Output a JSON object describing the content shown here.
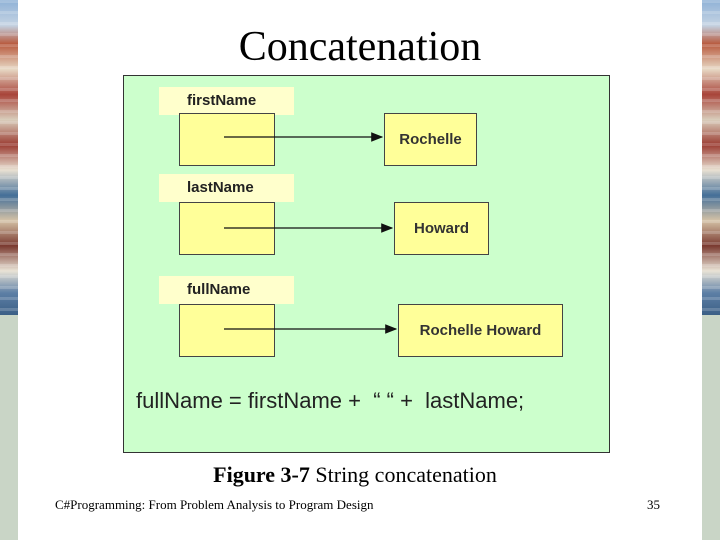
{
  "slide": {
    "title": "Concatenation",
    "caption_bold": "Figure 3-7",
    "caption_text": " String concatenation",
    "footer": "C#Programming: From Problem Analysis to Program Design",
    "page_number": "35"
  },
  "diagram": {
    "variables": [
      {
        "name": "firstName",
        "value": "Rochelle"
      },
      {
        "name": "lastName",
        "value": "Howard"
      },
      {
        "name": "fullName",
        "value": "Rochelle Howard"
      }
    ],
    "statement": "fullName = firstName +  “ “ +  lastName;"
  },
  "colors": {
    "figure_background": "#ccffcc",
    "label_background": "#ffffcc",
    "box_fill": "#ffff99"
  }
}
